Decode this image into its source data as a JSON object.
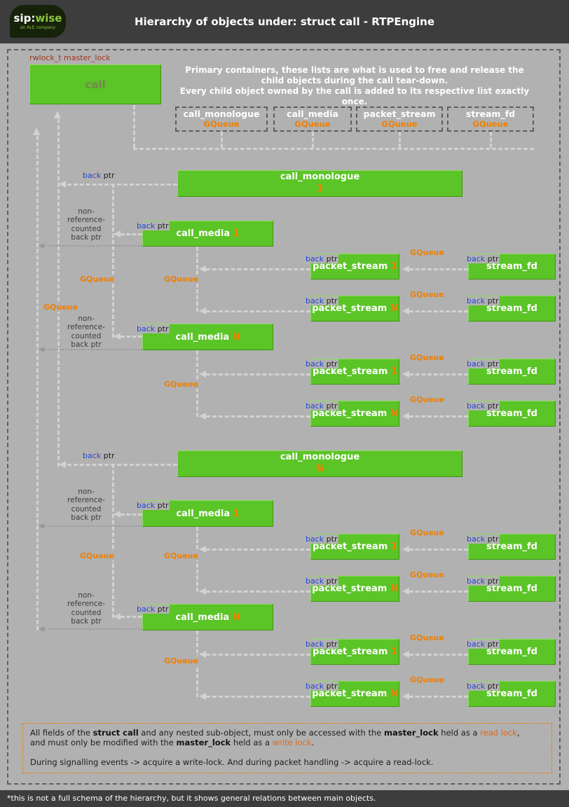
{
  "header": {
    "logo_sip": "sip:",
    "logo_wise": "wise",
    "logo_sub": "an ALE company",
    "title": "Hierarchy of objects under: struct call - RTPEngine"
  },
  "diagram": {
    "master_lock_label": "rwlock_t master_lock",
    "call_label": "call",
    "intro_line1": "Primary containers, these lists are what is used to free and release the child objects during the call tear-down.",
    "intro_line2": "Every child object owned by the call is added to its respective list exactly once.",
    "containers": [
      {
        "name": "call_monologue",
        "type": "GQueue"
      },
      {
        "name": "call_media",
        "type": "GQueue"
      },
      {
        "name": "packet_stream",
        "type": "GQueue"
      },
      {
        "name": "stream_fd",
        "type": "GQueue"
      }
    ],
    "labels": {
      "back": "back",
      "ptr": "ptr",
      "gqueue": "GQueue",
      "non_ref_lines": [
        "non-",
        "reference-",
        "counted",
        "back ptr"
      ]
    },
    "nodes": {
      "call_monologue": "call_monologue",
      "call_media": "call_media",
      "packet_stream": "packet_stream",
      "stream_fd": "stream_fd",
      "one": "1",
      "n": "N"
    }
  },
  "footnote": {
    "l1a": "All fields of the ",
    "l1b": "struct call",
    "l1c": " and any nested sub-object, must only be accessed with the ",
    "l1d": "master_lock",
    "l1e": " held as a ",
    "l1f": "read lock",
    "l1g": ",",
    "l2a": "and must only be modified with the ",
    "l2b": "master_lock",
    "l2c": " held as a ",
    "l2d": "write lock",
    "l2e": ".",
    "l3": "During signalling events -> acquire a write-lock. And during packet handling -> acquire a read-lock."
  },
  "footer": {
    "note": "*this is not a full schema of the hierarchy, but it shows general relations between main objects."
  }
}
